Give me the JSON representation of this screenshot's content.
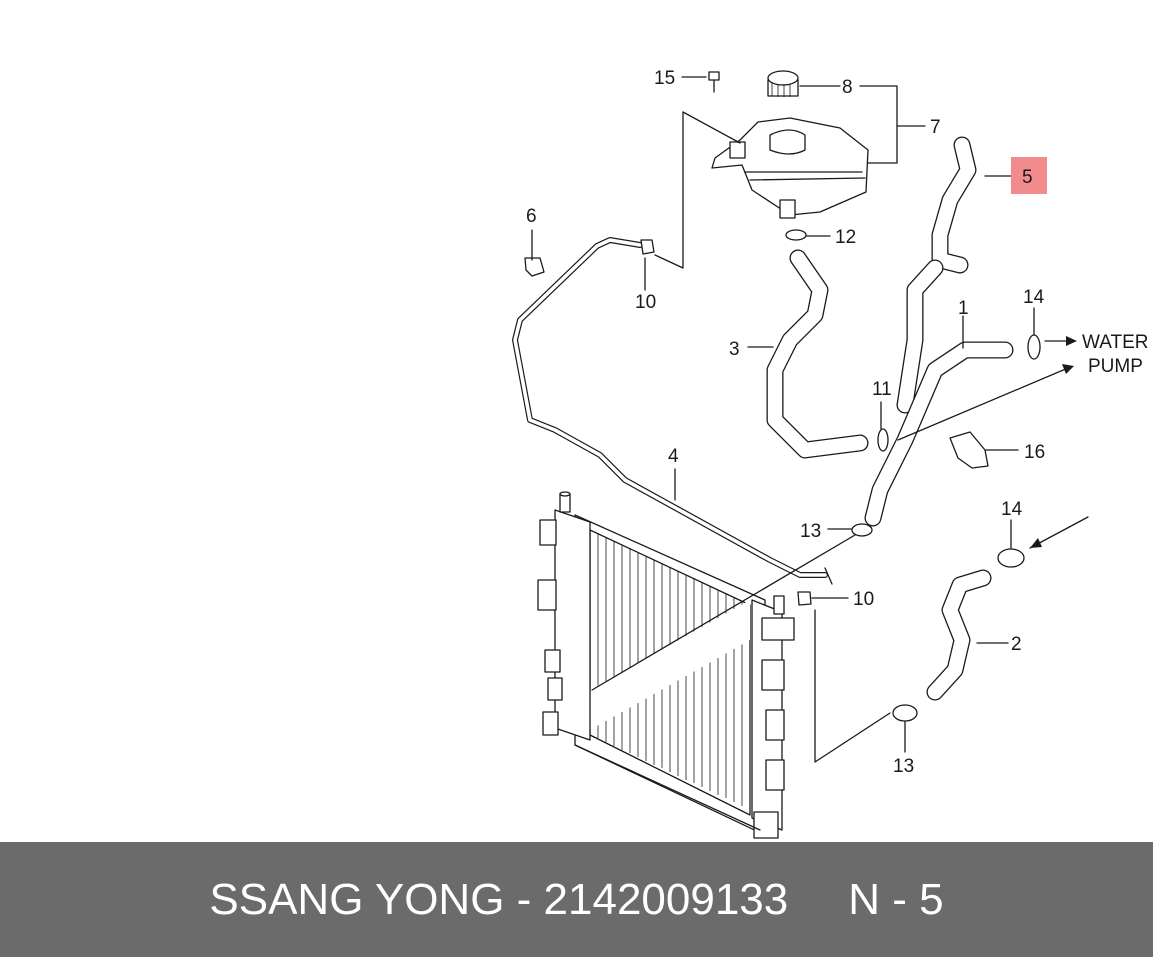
{
  "diagram": {
    "labels": {
      "p1": "1",
      "p2": "2",
      "p3": "3",
      "p4": "4",
      "p5": "5",
      "p6": "6",
      "p7": "7",
      "p8": "8",
      "p10a": "10",
      "p10b": "10",
      "p11": "11",
      "p12": "12",
      "p13a": "13",
      "p13b": "13",
      "p14a": "14",
      "p14b": "14",
      "p15": "15",
      "p16": "16"
    },
    "water_pump_line1": "WATER",
    "water_pump_line2": "PUMP",
    "highlight_color": "#f28b8b",
    "highlighted_part": "5"
  },
  "footer": {
    "brand": "SSANG YONG",
    "separator": " - ",
    "part_number": "2142009133",
    "position_label": "N - 5",
    "background_color": "#6b6b6b"
  }
}
